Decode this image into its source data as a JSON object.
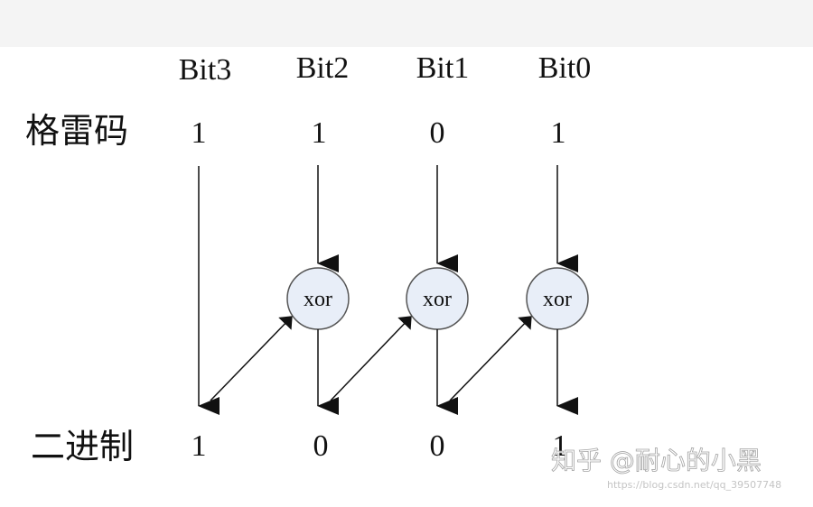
{
  "headers": {
    "bit3": "Bit3",
    "bit2": "Bit2",
    "bit1": "Bit1",
    "bit0": "Bit0"
  },
  "rows": {
    "gray_label": "格雷码",
    "binary_label": "二进制"
  },
  "gray_bits": {
    "bit3": "1",
    "bit2": "1",
    "bit1": "0",
    "bit0": "1"
  },
  "binary_bits": {
    "bit3": "1",
    "bit2": "0",
    "bit1": "0",
    "bit0": "1"
  },
  "gates": {
    "bit2": "xor",
    "bit1": "xor",
    "bit0": "xor"
  },
  "watermark": {
    "text": "知乎 @耐心的小黑",
    "url": "https://blog.csdn.net/qq_39507748"
  },
  "colors": {
    "ink": "#111111",
    "gate_fill": "#e8eef8",
    "band": "#f4f4f4"
  }
}
